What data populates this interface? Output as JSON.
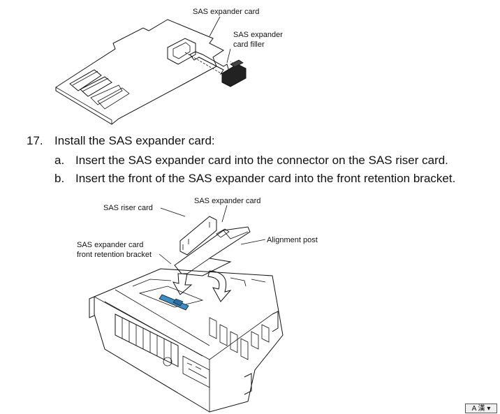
{
  "figure1": {
    "callouts": {
      "expander_card": "SAS expander card",
      "filler_line1": "SAS expander",
      "filler_line2": "card filler"
    }
  },
  "instructions": {
    "step_number": "17.",
    "step_text": "Install the SAS expander card:",
    "substeps": [
      {
        "letter": "a.",
        "text": "Insert the SAS expander card into the connector on the SAS riser card."
      },
      {
        "letter": "b.",
        "text": "Insert the front of the SAS expander card into the front retention bracket."
      }
    ]
  },
  "figure2": {
    "callouts": {
      "riser_card": "SAS riser card",
      "expander_card": "SAS expander card",
      "alignment_post": "Alignment post",
      "bracket_line1": "SAS expander card",
      "bracket_line2": "front retention bracket"
    }
  },
  "colors": {
    "connector_highlight": "#3a8fc4"
  },
  "ime_indicator": {
    "label": "A 漢 ▾"
  }
}
